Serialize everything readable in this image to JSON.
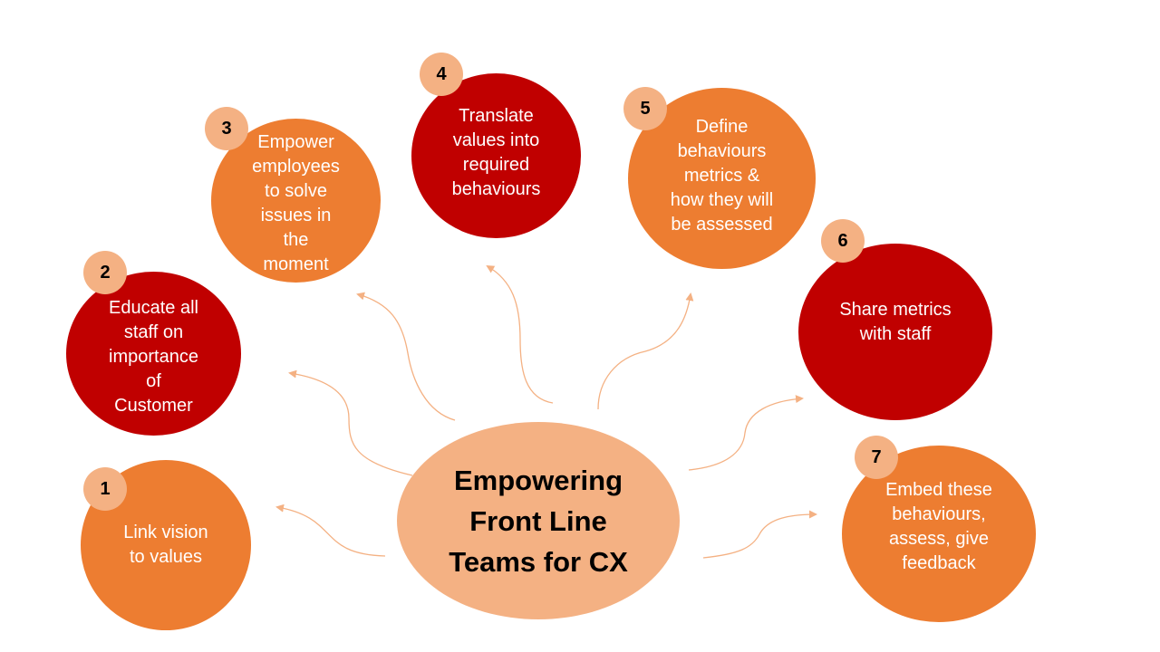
{
  "title": "Empowering\nFront Line\nTeams for CX",
  "colors": {
    "orange": "#ED7D31",
    "red": "#C00000",
    "light": "#F4B183",
    "arrow": "#F4B183"
  },
  "steps": [
    {
      "number": "1",
      "label": "Link vision\nto values",
      "color": "orange"
    },
    {
      "number": "2",
      "label": "Educate all\nstaff on\nimportance\nof\nCustomer",
      "color": "red"
    },
    {
      "number": "3",
      "label": "Empower\nemployees\nto solve\nissues in\nthe\nmoment",
      "color": "orange"
    },
    {
      "number": "4",
      "label": "Translate\nvalues into\nrequired\nbehaviours",
      "color": "red"
    },
    {
      "number": "5",
      "label": "Define\nbehaviours\nmetrics &\nhow they will\nbe assessed",
      "color": "orange"
    },
    {
      "number": "6",
      "label": "Share metrics\nwith staff",
      "color": "red"
    },
    {
      "number": "7",
      "label": "Embed these\nbehaviours,\nassess, give\nfeedback",
      "color": "orange"
    }
  ]
}
